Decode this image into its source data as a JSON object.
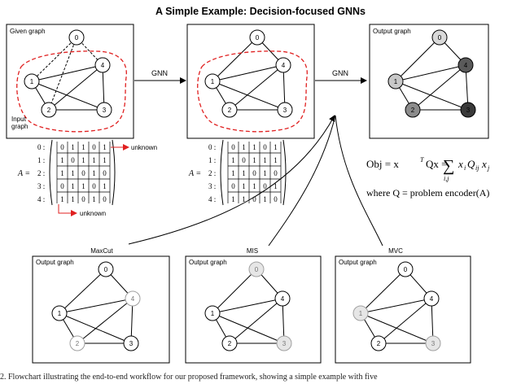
{
  "title": "A Simple Example: Decision-focused GNNs",
  "panels": {
    "given": {
      "label": "Given graph",
      "input_label_line1": "Input",
      "input_label_line2": "graph"
    },
    "output_top": {
      "label": "Output graph"
    },
    "maxcut": {
      "header": "MaxCut",
      "label": "Output graph"
    },
    "mis": {
      "header": "MIS",
      "label": "Output graph"
    },
    "mvc": {
      "header": "MVC",
      "label": "Output graph"
    }
  },
  "nodes": [
    "0",
    "1",
    "2",
    "3",
    "4"
  ],
  "arrows": {
    "gnn1": "GNN",
    "gnn2": "GNN"
  },
  "matrix": {
    "name": "A =",
    "row_labels": [
      "0 :",
      "1 :",
      "2 :",
      "3 :",
      "4 :"
    ],
    "rows": [
      [
        "0",
        "1",
        "1",
        "0",
        "1"
      ],
      [
        "1",
        "0",
        "1",
        "1",
        "1"
      ],
      [
        "1",
        "1",
        "0",
        "1",
        "0"
      ],
      [
        "0",
        "1",
        "1",
        "0",
        "1"
      ],
      [
        "1",
        "1",
        "0",
        "1",
        "0"
      ]
    ],
    "unknown_label": "unknown"
  },
  "formula": {
    "obj_lhs": "Obj = x",
    "obj_sup": "T",
    "obj_mid": "Qx =",
    "sum_symbol": "∑",
    "sum_sub": "i,j",
    "obj_rhs": "x",
    "obj_rhs_sub_i": "i",
    "obj_rhs_Q": "Q",
    "obj_rhs_sub_ij": "ij",
    "obj_rhs_x2": "x",
    "obj_rhs_sub_j": "j",
    "where": "where Q = problem encoder(A)"
  },
  "colors": {
    "red_dash": "#e02020",
    "dark_node": "#4d4d4d",
    "mid_node": "#8c8c8c",
    "light_node": "#c8c8c8",
    "light_outline": "#a0a0a0"
  },
  "caption": "2. Flowchart illustrating the end-to-end workflow for our proposed framework, showing a simple example with five"
}
